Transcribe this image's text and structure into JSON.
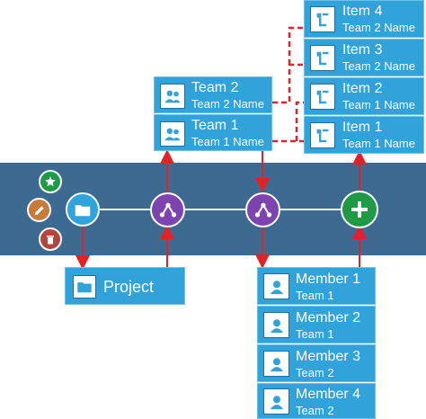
{
  "project": {
    "label": "Project"
  },
  "teams": [
    {
      "name": "Team 2",
      "sub": "Team 2 Name"
    },
    {
      "name": "Team 1",
      "sub": "Team 1 Name"
    }
  ],
  "items": [
    {
      "name": "Item 4",
      "sub": "Team 2 Name"
    },
    {
      "name": "Item 3",
      "sub": "Team 2 Name"
    },
    {
      "name": "Item 2",
      "sub": "Team 1 Name"
    },
    {
      "name": "Item 1",
      "sub": "Team 1 Name"
    }
  ],
  "members": [
    {
      "name": "Member 1",
      "sub": "Team 1"
    },
    {
      "name": "Member 2",
      "sub": "Team 1"
    },
    {
      "name": "Member 3",
      "sub": "Team 2"
    },
    {
      "name": "Member 4",
      "sub": "Team 2"
    }
  ],
  "colors": {
    "card": "#2fa3da",
    "band": "#3d6a91",
    "arrow": "#e32227",
    "folder_node": "#2fa3da",
    "share_node": "#7d44b0",
    "add_node": "#1e9a45",
    "star_node": "#1e9a45",
    "edit_node": "#c87a3a",
    "delete_node": "#b0473f"
  },
  "icons": [
    "star-icon",
    "pencil-icon",
    "trash-icon",
    "folder-icon",
    "share-icon",
    "plus-icon",
    "user-icon",
    "item-icon"
  ]
}
